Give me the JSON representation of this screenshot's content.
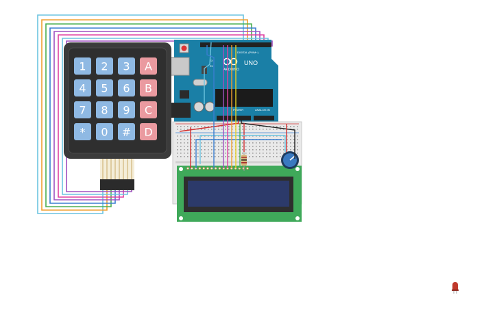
{
  "keypad": {
    "keys": [
      "1",
      "2",
      "3",
      "A",
      "4",
      "5",
      "6",
      "B",
      "7",
      "8",
      "9",
      "C",
      "*",
      "0",
      "#",
      "D"
    ],
    "number_key_color": "#8fb9e3",
    "letter_key_color": "#ea9aa0"
  },
  "arduino": {
    "brand_label": "ARDUINO",
    "model_label": "UNO",
    "digital_label": "DIGITAL (PWM~)",
    "power_label": "POWER",
    "analog_label": "ANALOG IN",
    "tx_label": "TX",
    "rx_label": "RX",
    "l_label": "L",
    "board_color": "#1a7fa6"
  },
  "wire_colors": {
    "light_blue": "#6cc4e0",
    "orange": "#f0a030",
    "green": "#4caf50",
    "blue": "#3a7fd0",
    "purple": "#a050c0",
    "magenta": "#e040a0",
    "red": "#d03030",
    "black": "#222222",
    "yellow": "#e8d020"
  },
  "lcd": {
    "board_color": "#3fa95a",
    "screen_color": "#2c3a6a"
  },
  "led": {
    "color": "#c0392b"
  }
}
